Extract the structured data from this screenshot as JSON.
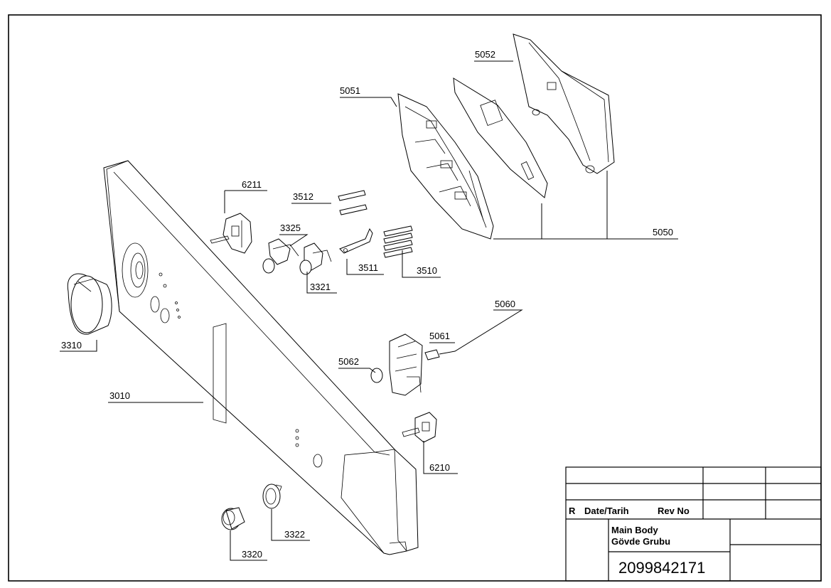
{
  "parts": {
    "p5052": "5052",
    "p5051": "5051",
    "p6211": "6211",
    "p3512": "3512",
    "p3325": "3325",
    "p5050": "5050",
    "p3511": "3511",
    "p3510": "3510",
    "p3321": "3321",
    "p5060": "5060",
    "p5061": "5061",
    "p3310": "3310",
    "p5062": "5062",
    "p3010": "3010",
    "p6210": "6210",
    "p3322": "3322",
    "p3320": "3320"
  },
  "title_block": {
    "rev_marker": "R",
    "date_label": "Date/Tarih",
    "rev_label": "Rev No",
    "name_en": "Main Body",
    "name_tr": "Gövde Grubu",
    "drawing_number": "2099842171"
  }
}
